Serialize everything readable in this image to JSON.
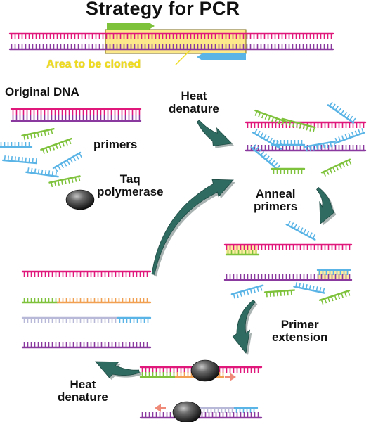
{
  "title": "Strategy for PCR",
  "labels": {
    "area_to_clone": "Area to be cloned",
    "original_dna": "Original DNA",
    "primers": "primers",
    "taq_line1": "Taq",
    "taq_line2": "polymerase",
    "heat_denature_1_line1": "Heat",
    "heat_denature_1_line2": "denature",
    "anneal_line1": "Anneal",
    "anneal_line2": "primers",
    "primer_ext_line1": "Primer",
    "primer_ext_line2": "extension",
    "heat_denature_2_line1": "Heat",
    "heat_denature_2_line2": "denature"
  },
  "colors": {
    "template_strand_top": "#e0187c",
    "template_strand_bottom": "#8a3a9e",
    "primer_forward": "#7ec23c",
    "primer_reverse": "#5ab4e6",
    "new_strand_segment": "#f0a050",
    "new_strand_light": "#b8b8d8",
    "arrow": "#2f6b61",
    "polymerase": "#3a3a3a",
    "highlight_box": "#fbe98a",
    "synthesis_direction": "#f08a78"
  }
}
